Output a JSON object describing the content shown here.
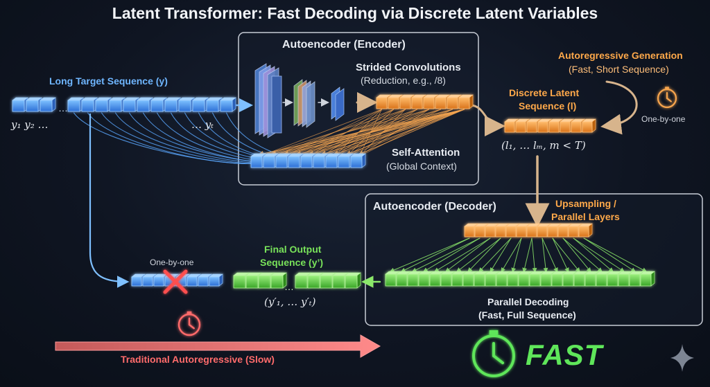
{
  "title": "Latent Transformer: Fast Decoding via Discrete Latent Variables",
  "input": {
    "label": "Long Target Sequence (y)",
    "math_left": "y₁ y₂ …",
    "math_right": "… yₜ"
  },
  "encoder": {
    "title": "Autoencoder (Encoder)",
    "conv_label": "Strided Convolutions",
    "conv_sub": "(Reduction, e.g., /8)",
    "attn_label": "Self-Attention",
    "attn_sub": "(Global Context)"
  },
  "latent": {
    "label_line1": "Discrete Latent",
    "label_line2": "Sequence (l)",
    "math": "(l₁, … lₘ, m < T)"
  },
  "autoregressive": {
    "label": "Autoregressive Generation",
    "sub": "(Fast, Short Sequence)",
    "clock_label": "One-by-one",
    "clock_icon": "clock-icon"
  },
  "decoder": {
    "title": "Autoencoder (Decoder)",
    "upsample_line1": "Upsampling /",
    "upsample_line2": "Parallel Layers",
    "parallel_line1": "Parallel Decoding",
    "parallel_line2": "(Fast, Full Sequence)"
  },
  "output": {
    "label_line1": "Final Output",
    "label_line2": "Sequence (y’)",
    "math": "(y′₁, … y′ₜ)"
  },
  "traditional": {
    "one_by_one": "One-by-one",
    "label": "Traditional Autoregressive (Slow)"
  },
  "fast": {
    "label": "FAST"
  },
  "colors": {
    "blue": "#4a9cf0",
    "orange": "#f39a3c",
    "green": "#62d24a",
    "red": "#ff5a5a",
    "panel_border": "#c8cdd6"
  }
}
